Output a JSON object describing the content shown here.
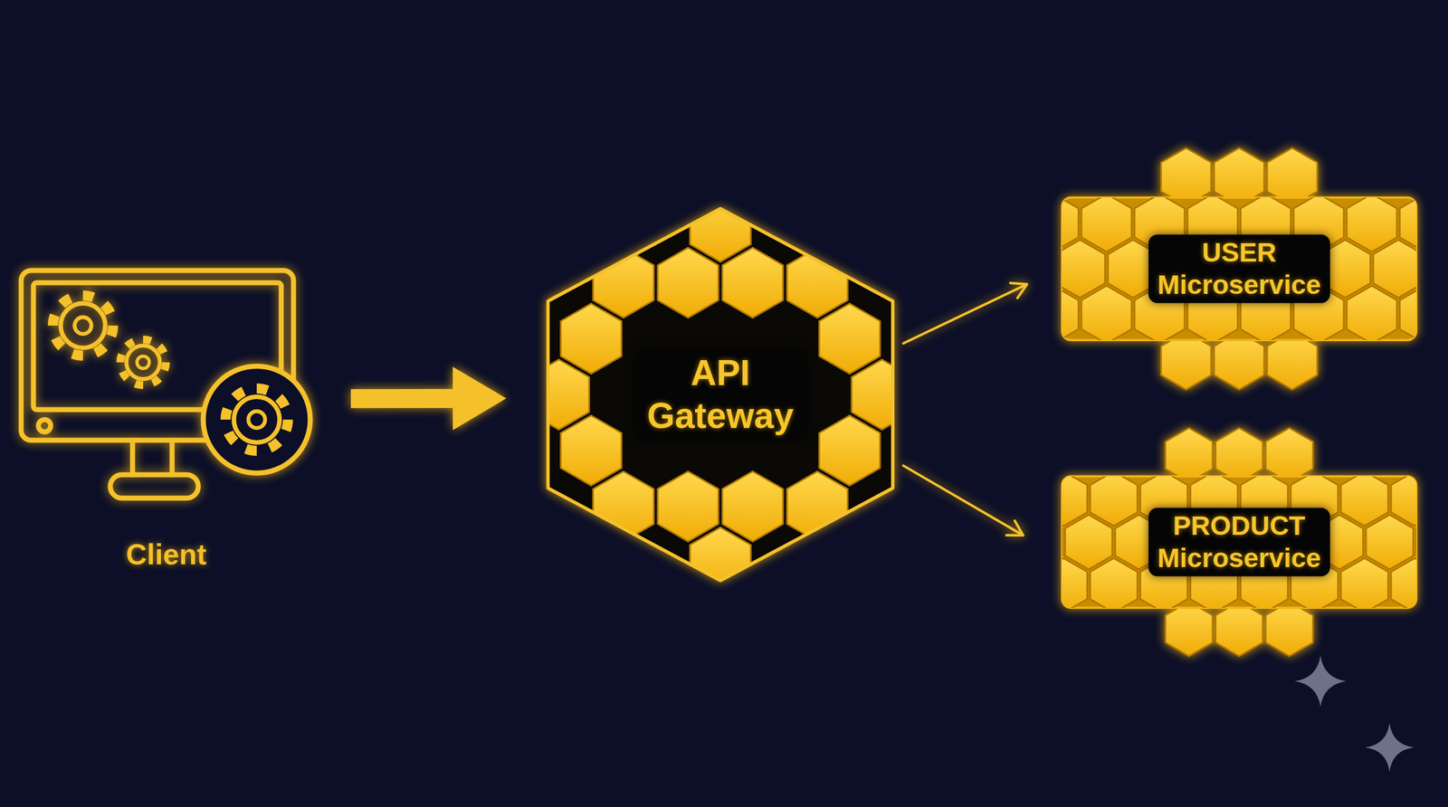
{
  "diagram": {
    "nodes": [
      {
        "text": [
          "Client"
        ]
      },
      {
        "text": [
          "API Gateway"
        ]
      },
      {
        "text": [
          "USER Microservice"
        ]
      },
      {
        "text": [
          "PRODUCT Microservice"
        ]
      }
    ],
    "edges": [
      {
        "from": 0,
        "to": 1,
        "arrow": "to"
      },
      {
        "from": 1,
        "to": 2,
        "arrow": "to"
      },
      {
        "from": 1,
        "to": 3,
        "arrow": "to"
      }
    ]
  }
}
